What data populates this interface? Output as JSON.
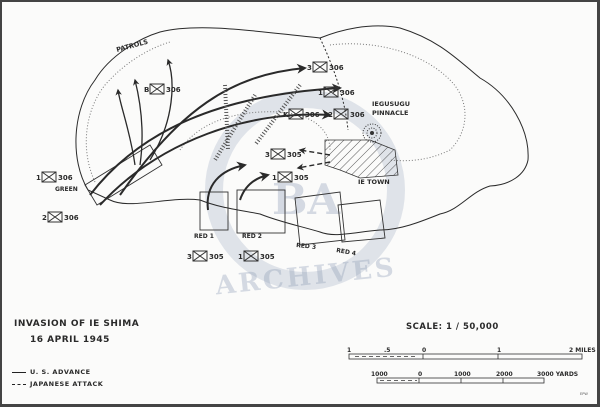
{
  "map": {
    "title": "INVASION OF IE SHIMA",
    "date": "16 APRIL 1945",
    "legend": [
      {
        "style": "solid",
        "label": "U. S. ADVANCE"
      },
      {
        "style": "dashed",
        "label": "JAPANESE ATTACK"
      }
    ],
    "scale": {
      "label": "SCALE: 1 / 50,000",
      "miles_ticks": [
        "1",
        ".5",
        "0",
        "1",
        "2 MILES"
      ],
      "yards_ticks": [
        "1000",
        "0",
        "1000",
        "2000",
        "3000 YARDS"
      ]
    },
    "places": {
      "pinnacle_line1": "IEGUSUGU",
      "pinnacle_line2": "PINNACLE",
      "town": "IE  TOWN",
      "patrols": "PATROLS"
    },
    "beaches": [
      "GREEN",
      "RED 1",
      "RED 2",
      "RED 3",
      "RED 4"
    ],
    "units": [
      {
        "id": "u1",
        "prefix": "1",
        "regiment": "306",
        "note": "Green beach, 1st Bn 306"
      },
      {
        "id": "u2",
        "prefix": "2",
        "regiment": "306"
      },
      {
        "id": "u3",
        "prefix": "3",
        "regiment": "305"
      },
      {
        "id": "u4",
        "prefix": "1",
        "regiment": "305"
      },
      {
        "id": "u5",
        "prefix": "B",
        "regiment": "306"
      },
      {
        "id": "u6",
        "prefix": "3",
        "regiment": "306"
      },
      {
        "id": "u7",
        "prefix": "1",
        "regiment": "306"
      },
      {
        "id": "u8",
        "prefix": "K",
        "regiment": "306"
      },
      {
        "id": "u9",
        "prefix": "2",
        "regiment": "306"
      },
      {
        "id": "u10",
        "prefix": "3",
        "regiment": "305"
      },
      {
        "id": "u11",
        "prefix": "1",
        "regiment": "305"
      }
    ],
    "watermark": {
      "letters": "BA",
      "word": "ARCHIVES"
    },
    "credit": "EPW"
  },
  "colors": {
    "ink": "#2a2a2a",
    "paper": "#fbfbfa",
    "watermark": "#8c9bb4",
    "watermark_red": "#c85050"
  }
}
